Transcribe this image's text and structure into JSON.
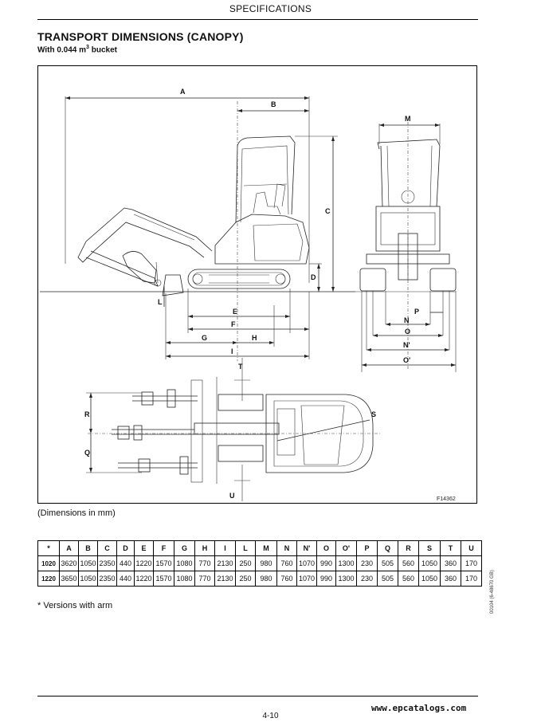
{
  "header": {
    "section": "SPECIFICATIONS"
  },
  "title": "TRANSPORT DIMENSIONS (CANOPY)",
  "subtitle": {
    "prefix": "With 0.044 m",
    "exp": "3",
    "suffix": " bucket"
  },
  "figure": {
    "code": "F14362",
    "labels": {
      "A": "A",
      "B": "B",
      "C": "C",
      "D": "D",
      "E": "E",
      "F": "F",
      "G": "G",
      "H": "H",
      "I": "I",
      "L": "L",
      "M": "M",
      "N": "N",
      "Np": "N'",
      "O": "O",
      "Op": "O'",
      "P": "P",
      "Q": "Q",
      "R": "R",
      "S": "S",
      "T": "T",
      "U": "U"
    }
  },
  "dimensions_note": "(Dimensions in mm)",
  "table": {
    "columns": [
      "*",
      "A",
      "B",
      "C",
      "D",
      "E",
      "F",
      "G",
      "H",
      "I",
      "L",
      "M",
      "N",
      "N'",
      "O",
      "O'",
      "P",
      "Q",
      "R",
      "S",
      "T",
      "U"
    ],
    "rows": [
      [
        "1020",
        "3620",
        "1050",
        "2350",
        "440",
        "1220",
        "1570",
        "1080",
        "770",
        "2130",
        "250",
        "980",
        "760",
        "1070",
        "990",
        "1300",
        "230",
        "505",
        "560",
        "1050",
        "360",
        "170"
      ],
      [
        "1220",
        "3650",
        "1050",
        "2350",
        "440",
        "1220",
        "1570",
        "1080",
        "770",
        "2130",
        "250",
        "980",
        "760",
        "1070",
        "990",
        "1300",
        "230",
        "505",
        "560",
        "1050",
        "360",
        "170"
      ]
    ]
  },
  "footnote": "* Versions with arm",
  "side_code": "00104 (6-48670 GB)",
  "page_number": "4-10",
  "brand": "www.epcatalogs.com"
}
